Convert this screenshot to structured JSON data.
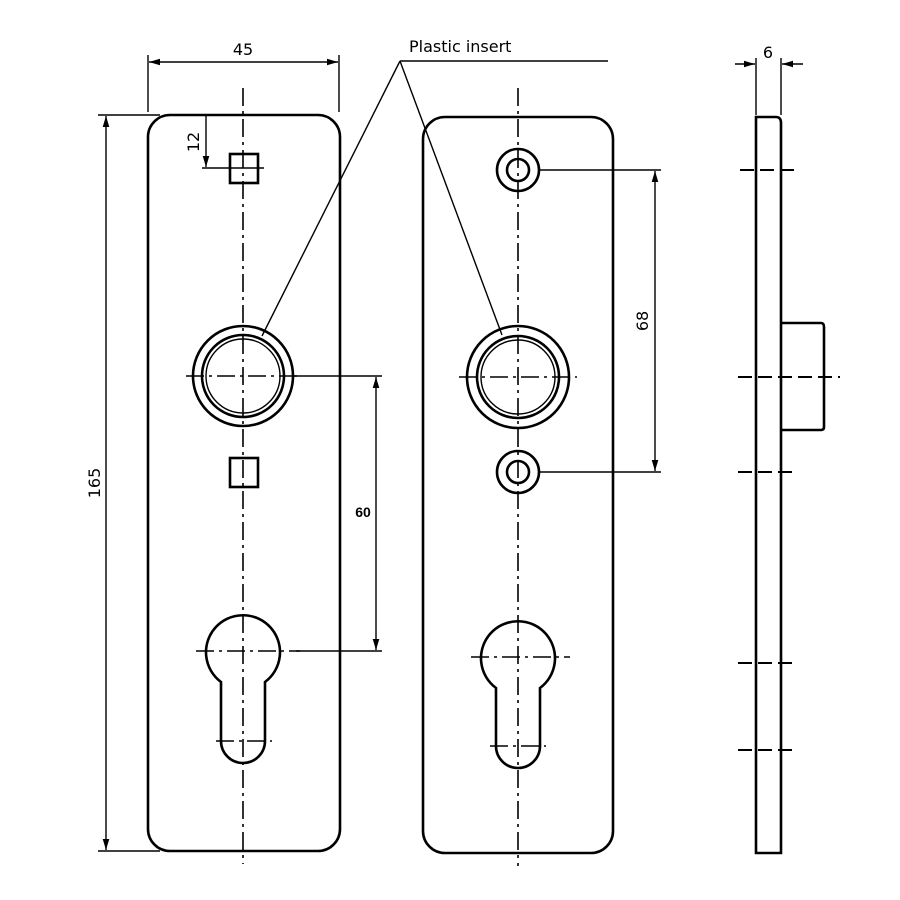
{
  "labels": {
    "plastic_insert": "Plastic insert",
    "width": "45",
    "height": "165",
    "top_offset": "12",
    "spacing_left": "60",
    "spacing_right": "68",
    "thickness": "6"
  },
  "colors": {
    "line": "#000000",
    "background": "#ffffff"
  }
}
